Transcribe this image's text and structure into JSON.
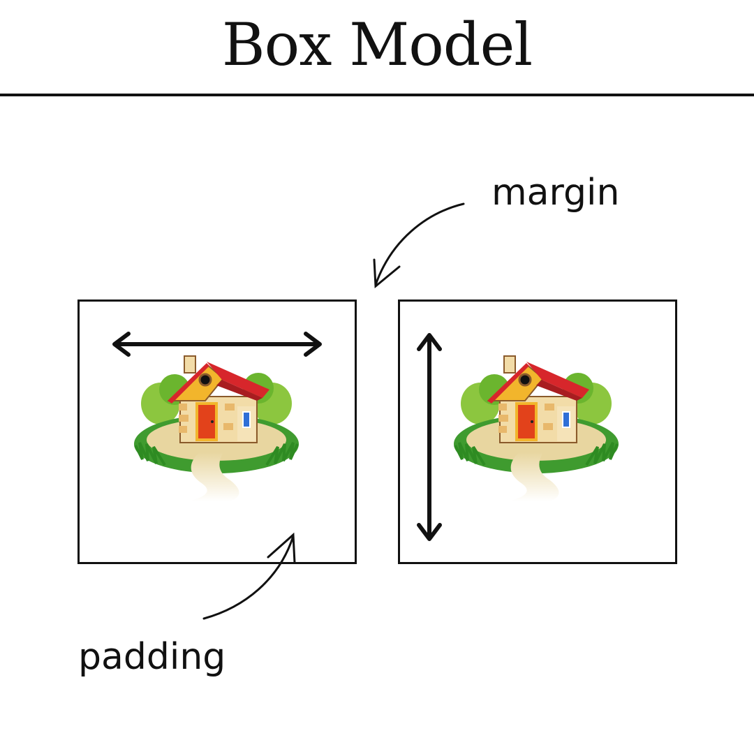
{
  "title": "Box Model",
  "labels": {
    "margin": "margin",
    "padding": "padding"
  },
  "icons": {
    "house": "house-illustration",
    "horizontal_arrow": "double-headed-horizontal-arrow",
    "vertical_arrow": "double-headed-vertical-arrow",
    "margin_pointer": "curved-pointer-arrow",
    "padding_pointer": "curved-pointer-arrow"
  },
  "colors": {
    "ink": "#111111",
    "roof": "#d7262b",
    "wall": "#f2dca8",
    "door": "#e2421b",
    "grass": "#4caf3c",
    "path": "#e8d6a0"
  }
}
